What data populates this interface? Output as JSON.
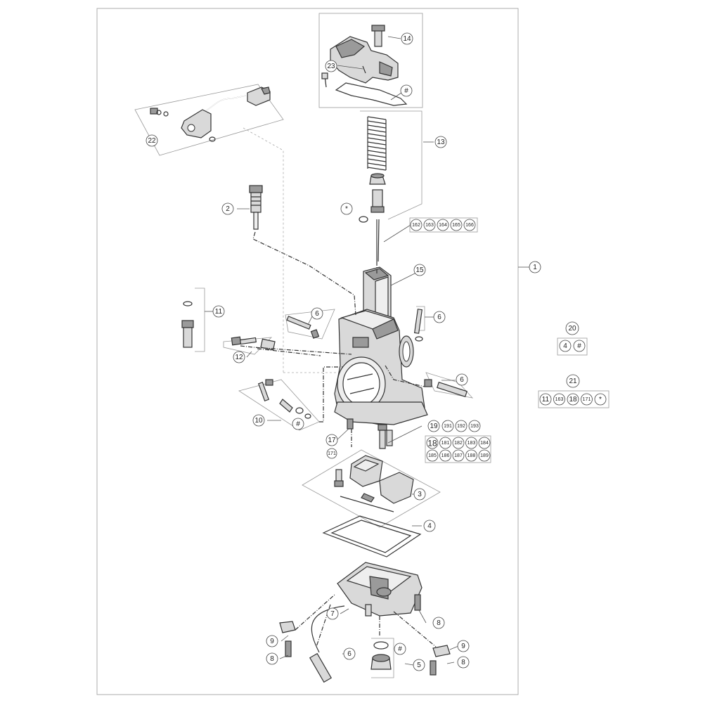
{
  "callouts": {
    "c1": "1",
    "c2": "2",
    "c3": "3",
    "c4": "4",
    "c5": "5",
    "c6a": "6",
    "c6b": "6",
    "c6c": "6",
    "c6d": "6",
    "c7": "7",
    "c8a": "8",
    "c8b": "8",
    "c8c": "8",
    "c9a": "9",
    "c9b": "9",
    "c10": "10",
    "c11": "11",
    "c12": "12",
    "c13": "13",
    "c14": "14",
    "c15": "15",
    "c17": "17",
    "c17b": "171",
    "c19": "19",
    "c22": "22",
    "c23": "23",
    "hash_top": "#",
    "star_needle": "*",
    "hash_10": "#",
    "hash_5": "#"
  },
  "groups": {
    "needles": [
      "162",
      "163",
      "164",
      "165",
      "166"
    ],
    "jets19": [
      "191",
      "192",
      "193"
    ],
    "jets18_row1": [
      "18",
      "181",
      "182",
      "183",
      "184"
    ],
    "jets18_row2": [
      "185",
      "186",
      "187",
      "188",
      "189"
    ]
  },
  "kits": {
    "kit20": {
      "label": "20",
      "items": [
        "4",
        "#"
      ]
    },
    "kit21": {
      "label": "21",
      "items": [
        "11",
        "163",
        "18",
        "171",
        "*"
      ]
    }
  }
}
